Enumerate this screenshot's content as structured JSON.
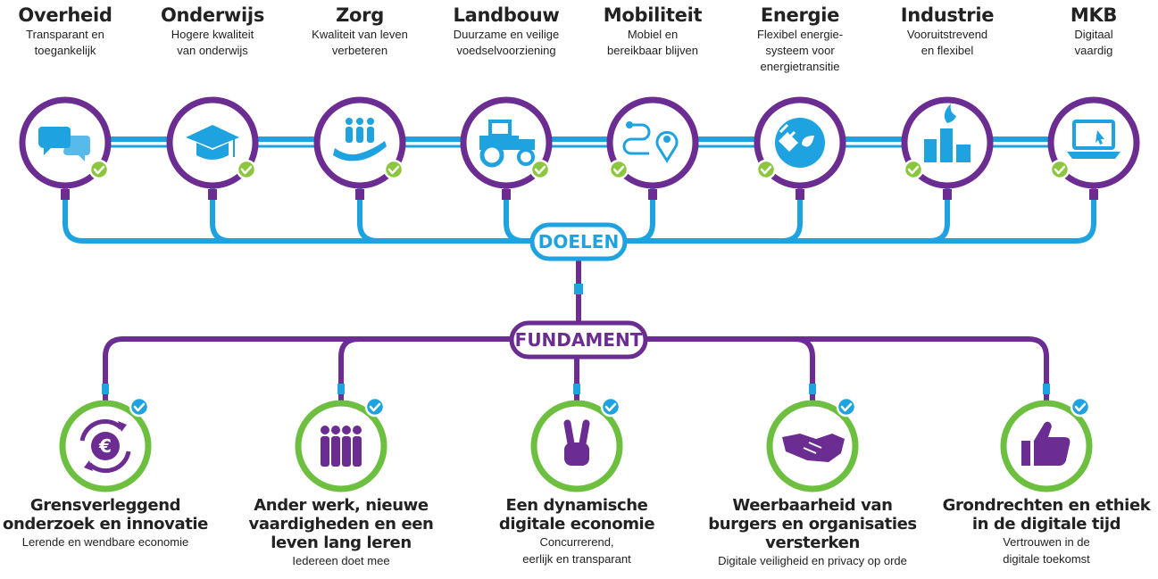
{
  "goals": [
    {
      "title": "Overheid",
      "subtitle": [
        "Transparant en",
        "toegankelijk"
      ],
      "icon": "speech-bubbles-icon"
    },
    {
      "title": "Onderwijs",
      "subtitle": [
        "Hogere kwaliteit",
        "van onderwijs"
      ],
      "icon": "graduation-cap-icon"
    },
    {
      "title": "Zorg",
      "subtitle": [
        "Kwaliteit van leven",
        "verbeteren"
      ],
      "icon": "family-in-hand-icon"
    },
    {
      "title": "Landbouw",
      "subtitle": [
        "Duurzame en veilige",
        "voedselvoorziening"
      ],
      "icon": "tractor-icon"
    },
    {
      "title": "Mobiliteit",
      "subtitle": [
        "Mobiel en",
        "bereikbaar blijven"
      ],
      "icon": "route-pin-icon"
    },
    {
      "title": "Energie",
      "subtitle": [
        "Flexibel energie-",
        "systeem voor",
        "energietransitie"
      ],
      "icon": "plug-leaf-icon"
    },
    {
      "title": "Industrie",
      "subtitle": [
        "Vooruitstrevend",
        "en flexibel"
      ],
      "icon": "factory-icon"
    },
    {
      "title": "MKB",
      "subtitle": [
        "Digitaal",
        "vaardig"
      ],
      "icon": "laptop-icon"
    }
  ],
  "hubs": {
    "goals_label": "DOELEN",
    "foundation_label": "FUNDAMENT"
  },
  "foundations": [
    {
      "title": [
        "Grensverleggend",
        "onderzoek en innovatie"
      ],
      "subtitle": [
        "Lerende en wendbare economie"
      ],
      "icon": "euro-cycle-icon"
    },
    {
      "title": [
        "Ander werk, nieuwe",
        "vaardigheden en een",
        "leven lang leren"
      ],
      "subtitle": [
        "Iedereen doet mee"
      ],
      "icon": "people-group-icon"
    },
    {
      "title": [
        "Een dynamische",
        "digitale economie"
      ],
      "subtitle": [
        "Concurrerend,",
        "eerlijk en transparant"
      ],
      "icon": "victory-hand-icon"
    },
    {
      "title": [
        "Weerbaarheid van",
        "burgers en organisaties",
        "versterken"
      ],
      "subtitle": [
        "Digitale veiligheid en privacy op orde"
      ],
      "icon": "handshake-icon"
    },
    {
      "title": [
        "Grondrechten en ethiek",
        "in de digitale tijd"
      ],
      "subtitle": [
        "Vertrouwen in de",
        "digitale toekomst"
      ],
      "icon": "thumbs-up-icon"
    }
  ],
  "colors": {
    "purple": "#6b2d91",
    "blue": "#1fa3e0",
    "green": "#6dbf3f",
    "check_green": "#8cc63f",
    "check_blue": "#1fa3e0"
  }
}
